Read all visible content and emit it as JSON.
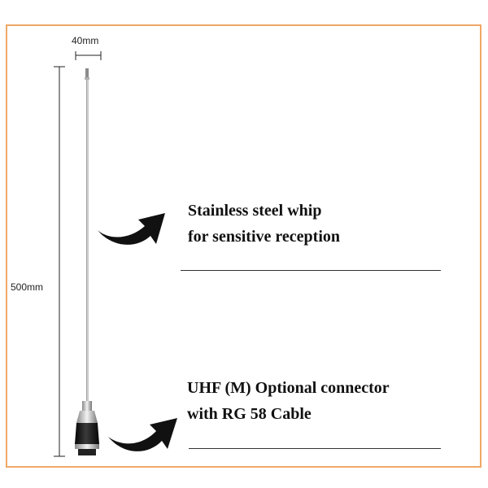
{
  "dimensions": {
    "width_label": "40mm",
    "height_label": "500mm"
  },
  "callouts": [
    {
      "line1": "Stainless steel whip",
      "line2": "for sensitive reception"
    },
    {
      "line1": "UHF (M) Optional connector",
      "line2": "with RG 58  Cable"
    }
  ],
  "colors": {
    "frame_border": "#f0a866",
    "arrow": "#111111",
    "whip": "#9a9a9a",
    "base": "#1a1a1a"
  },
  "icons": [
    "curved-arrow-icon",
    "antenna-whip-icon",
    "connector-base-icon"
  ]
}
